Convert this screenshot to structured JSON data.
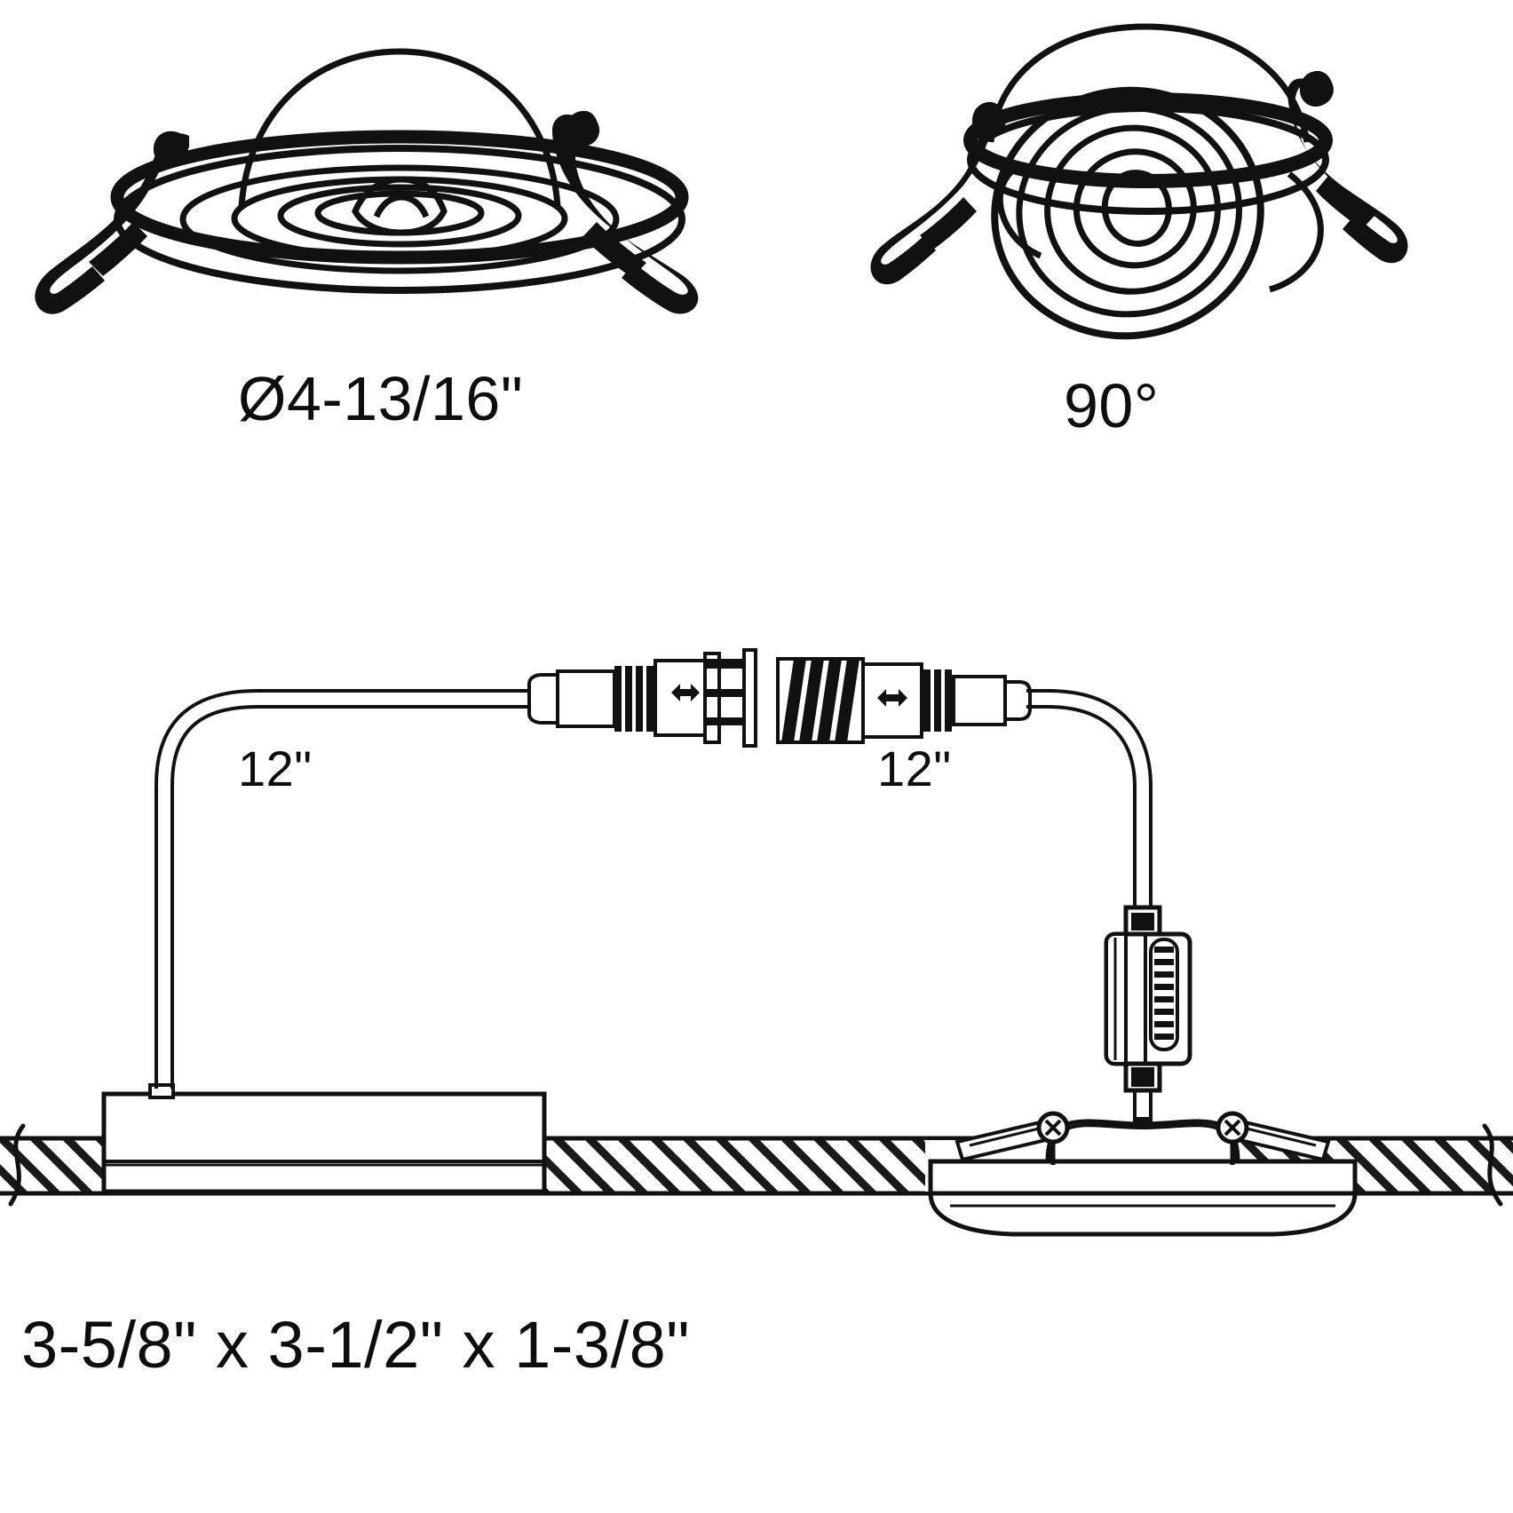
{
  "document": {
    "type": "product-dimension-drawing",
    "subject": "recessed-gimbal-downlight",
    "background_color": "#ffffff",
    "line_color": "#111111"
  },
  "views": {
    "front": {
      "name": "front-trim-view",
      "label": "Ø4-13/16\"",
      "label_meaning": "trim outer diameter"
    },
    "tilted": {
      "name": "gimbal-tilted-view",
      "label": "90°",
      "label_meaning": "maximum gimbal rotation"
    },
    "section": {
      "name": "ceiling-section-view",
      "junction_box": "junction-box",
      "driver": "led-driver-module",
      "ceiling": "hatched-ceiling-section",
      "connector": "quick-connect-coupler"
    }
  },
  "labels": {
    "diameter": "Ø4-13/16\"",
    "angle": "90°",
    "cord_left": "12\"",
    "cord_right": "12\"",
    "box_dimensions": "3-5/8\" x 3-1/2\" x 1-3/8\""
  },
  "icons": {
    "diameter_symbol": "diameter-icon",
    "degree_symbol": "degree-icon",
    "inch_mark": "inch-mark-icon"
  }
}
